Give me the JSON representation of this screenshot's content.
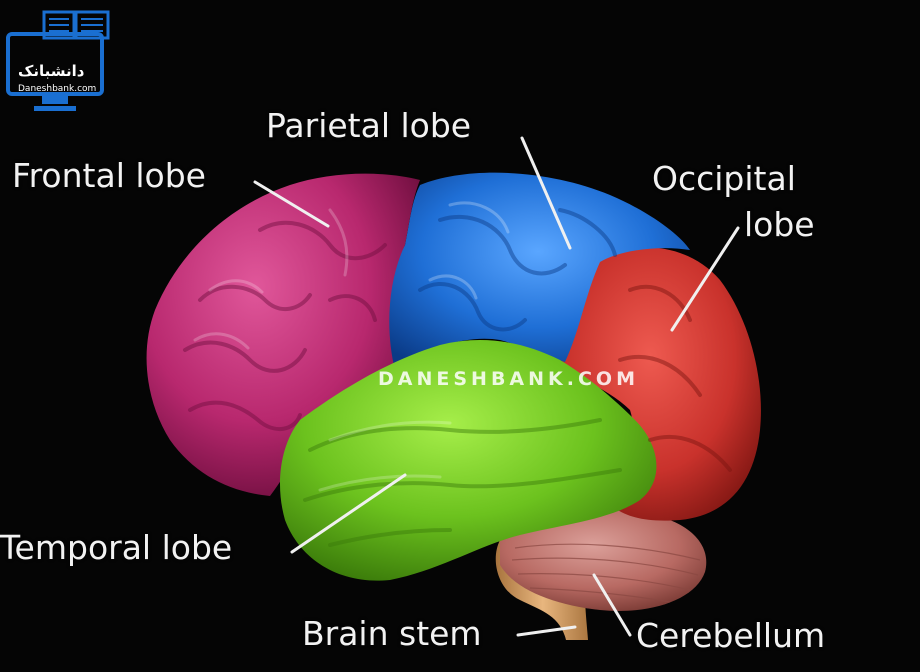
{
  "labels": {
    "frontal": "Frontal lobe",
    "parietal": "Parietal lobe",
    "occipital_line1": "Occipital",
    "occipital_line2": "lobe",
    "temporal": "Temporal lobe",
    "brain_stem": "Brain stem",
    "cerebellum": "Cerebellum"
  },
  "watermark": "DANESHBANK.COM",
  "logo": {
    "name_fa": "دانشبانک",
    "name_en": "Daneshbank.com"
  },
  "colors": {
    "background": "#050505",
    "frontal": "#b8286e",
    "parietal": "#1f6fd6",
    "occipital": "#c9322c",
    "temporal": "#6cc21e",
    "cerebellum": "#b86a63",
    "brain_stem": "#d9a36a",
    "logo_blue": "#1a6fd1",
    "label_text": "#f2f2f2"
  }
}
